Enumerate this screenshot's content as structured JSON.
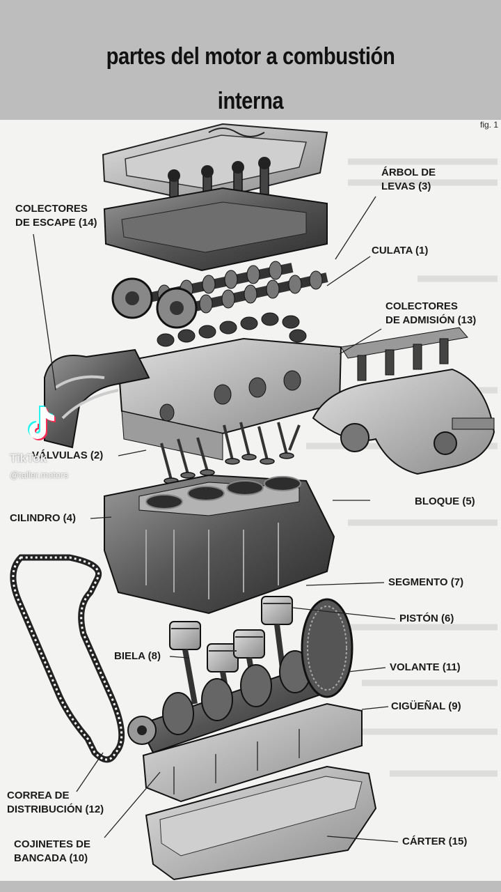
{
  "header": {
    "title_line_1": "partes del motor a combustión",
    "title_line_2": "interna"
  },
  "diagram": {
    "fig_label": "fig. 1",
    "labels": {
      "colectores_escape": [
        "COLECTORES",
        "DE ESCAPE (14)"
      ],
      "arbol_levas": [
        "ÁRBOL DE",
        "LEVAS (3)"
      ],
      "culata": "CULATA (1)",
      "colectores_admision": [
        "COLECTORES",
        "DE ADMISIÓN (13)"
      ],
      "valvulas": "VÁLVULAS (2)",
      "cilindro": "CILINDRO (4)",
      "bloque": "BLOQUE (5)",
      "segmento": "SEGMENTO (7)",
      "piston": "PISTÓN (6)",
      "biela": "BIELA (8)",
      "volante": "VOLANTE (11)",
      "ciguenal": "CIGÜEÑAL (9)",
      "correa": [
        "CORREA DE",
        "DISTRIBUCIÓN (12)"
      ],
      "cojinetes": [
        "COJINETES DE",
        "BANCADA (10)"
      ],
      "carter": "CÁRTER (15)"
    }
  },
  "watermark": {
    "app": "TikTok",
    "handle": "@taller.motors"
  },
  "colors": {
    "header_bg": "#bdbdbd",
    "sheet_bg": "#f3f3f1",
    "ink": "#1a1a1a"
  }
}
